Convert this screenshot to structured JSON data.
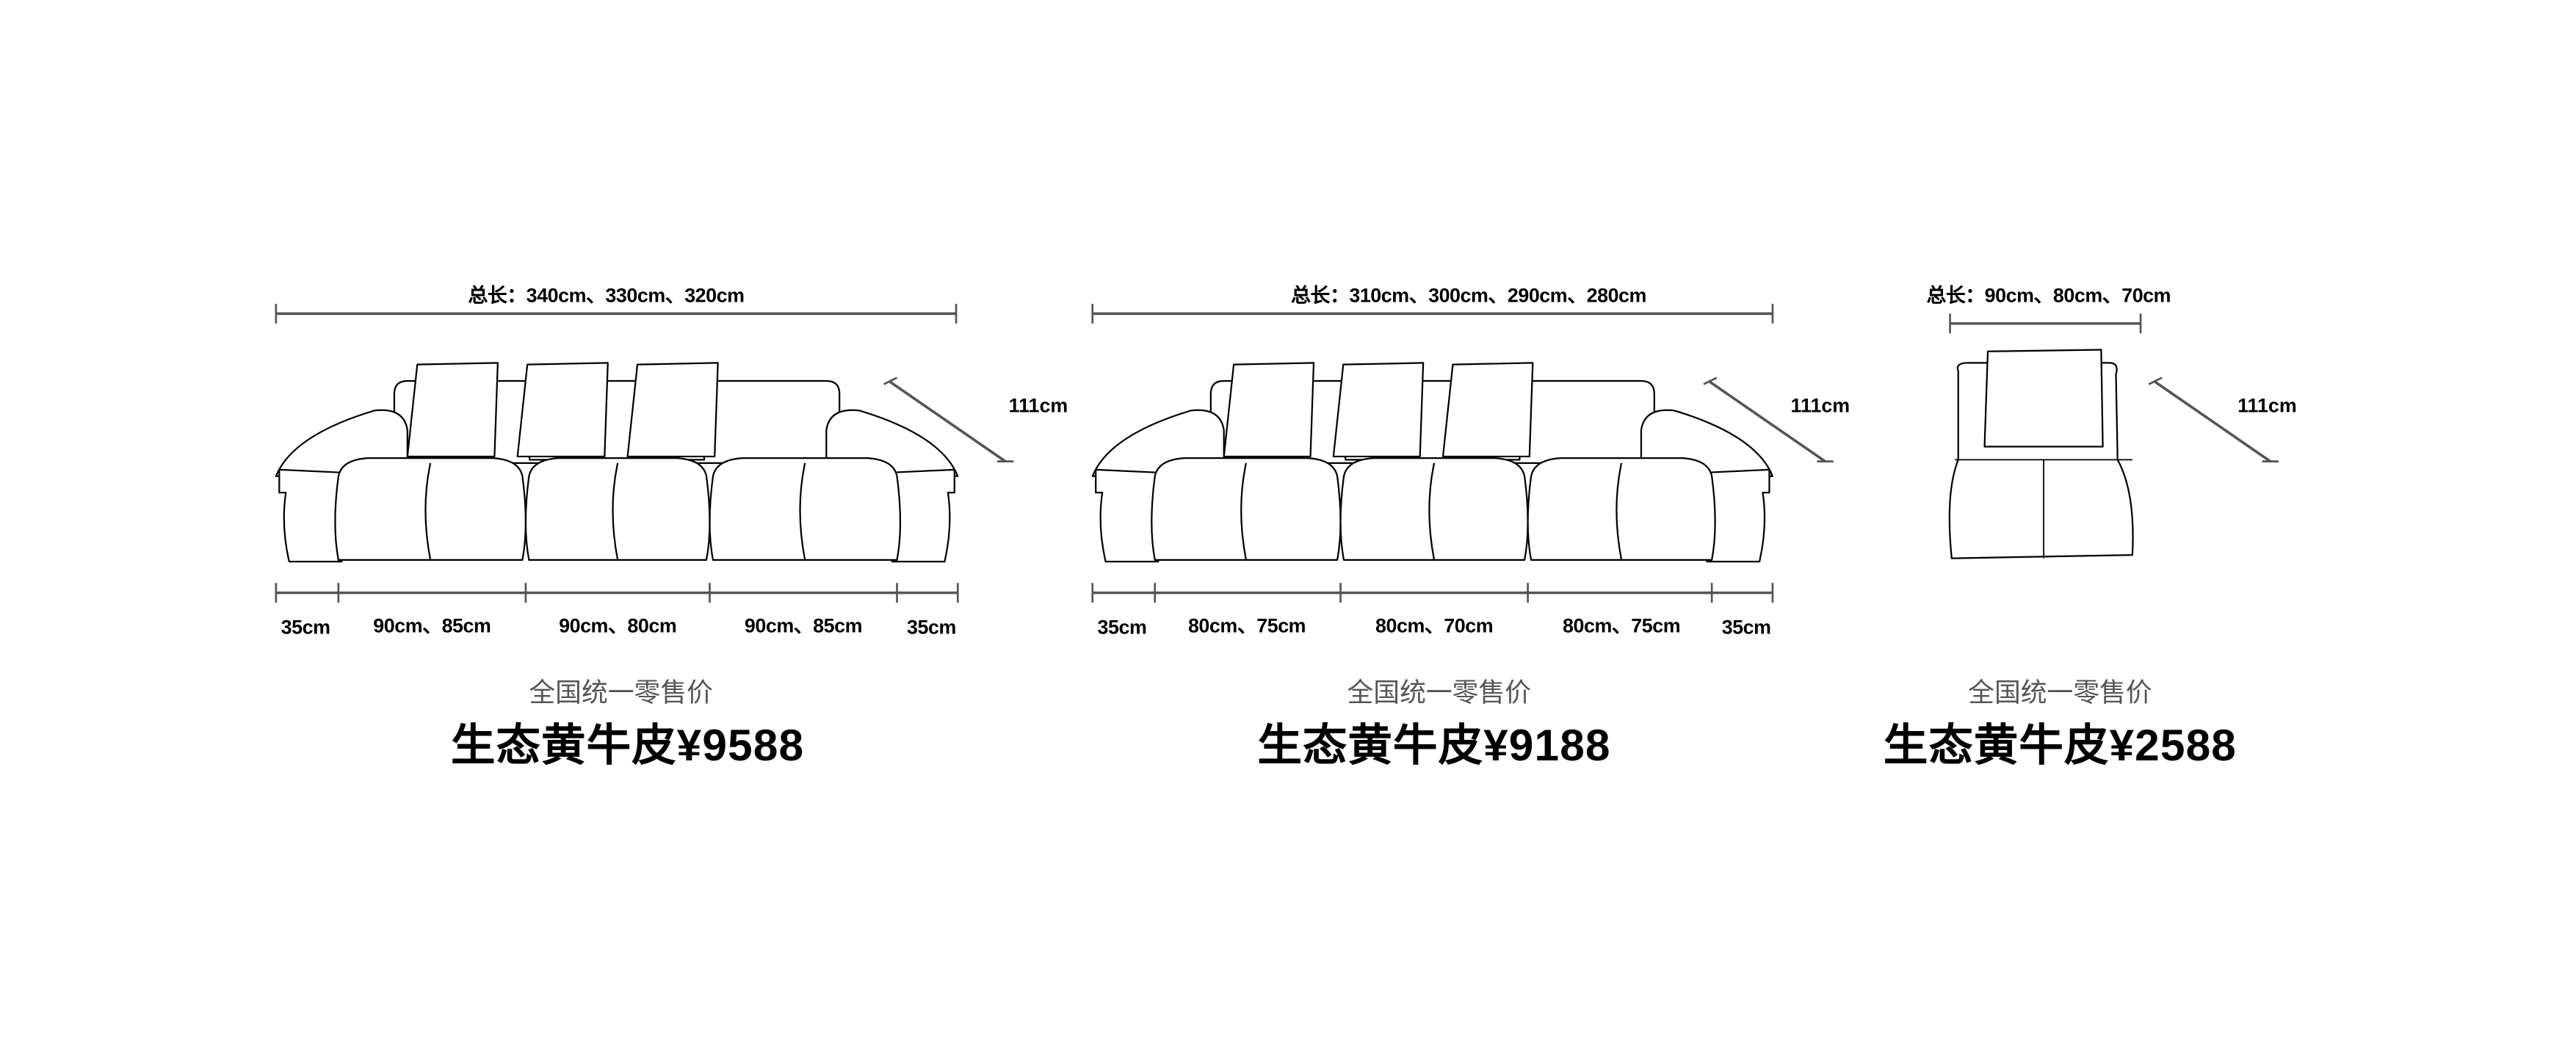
{
  "products": [
    {
      "total_length": "总长：340cm、330cm、320cm",
      "depth": "111cm",
      "segments": [
        "35cm",
        "90cm、85cm",
        "90cm、80cm",
        "90cm、85cm",
        "35cm"
      ],
      "subtitle": "全国统一零售价",
      "price": "生态黄牛皮¥9588"
    },
    {
      "total_length": "总长：310cm、300cm、290cm、280cm",
      "depth": "111cm",
      "segments": [
        "35cm",
        "80cm、75cm",
        "80cm、70cm",
        "80cm、75cm",
        "35cm"
      ],
      "subtitle": "全国统一零售价",
      "price": "生态黄牛皮¥9188"
    },
    {
      "total_length": "总长：90cm、80cm、70cm",
      "depth": "111cm",
      "segments": [],
      "subtitle": "全国统一零售价",
      "price": "生态黄牛皮¥2588"
    }
  ],
  "colors": {
    "dimension_line": "#555555",
    "outline": "#000000",
    "subtitle": "#555555"
  }
}
